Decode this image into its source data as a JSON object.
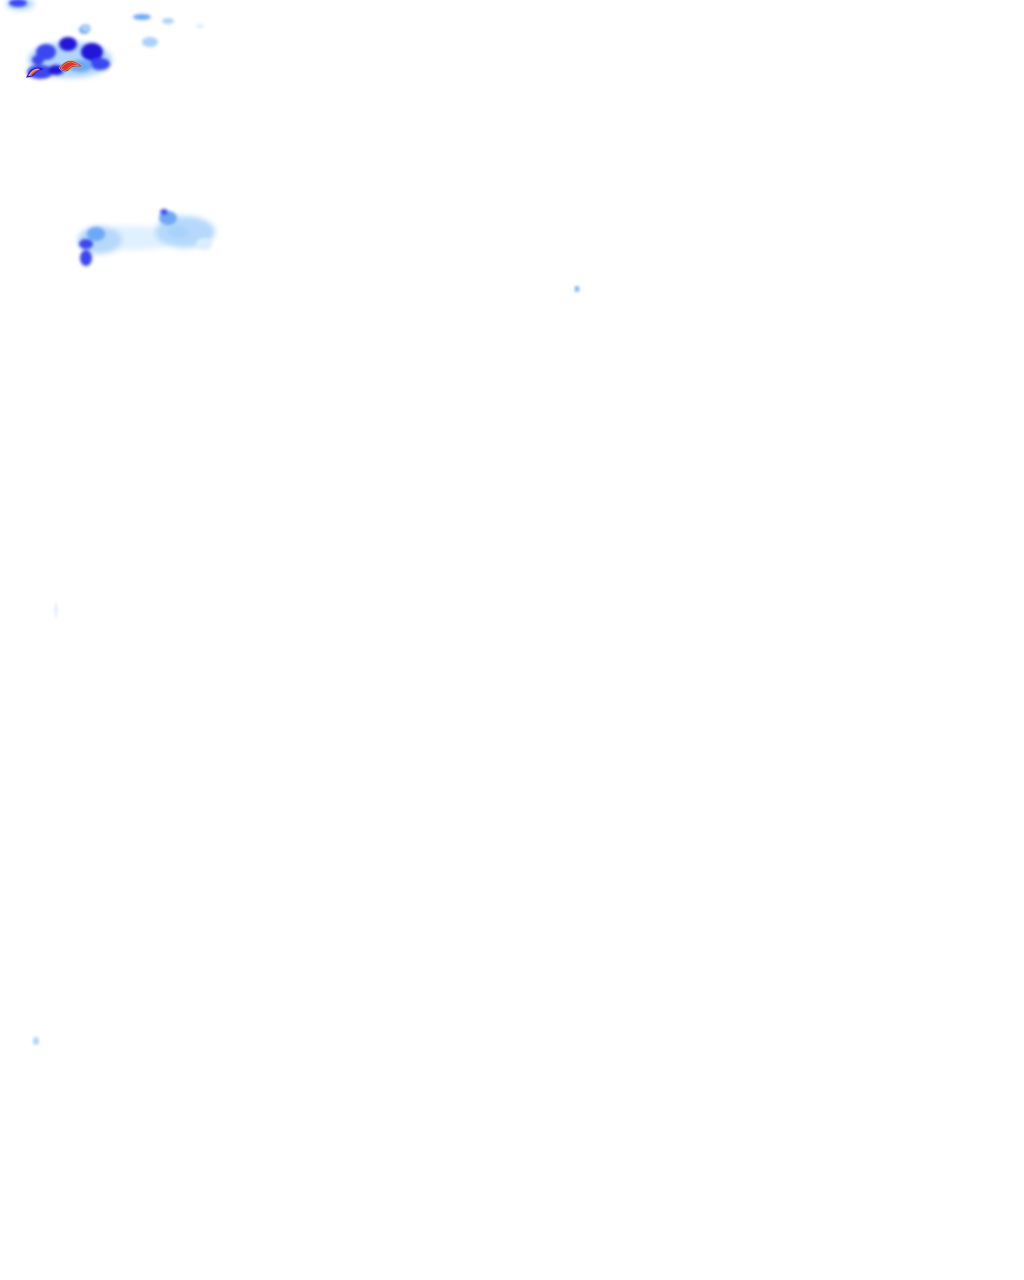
{
  "map": {
    "type": "precipitation-radar-overlay",
    "background": "#ffffff",
    "legend_palette": {
      "very_light": "#dbeeff",
      "light": "#a9d2fb",
      "moderate": "#6ea8f5",
      "heavy": "#3a46f0",
      "very_heavy": "#2018d8",
      "intense_core": "#e8302a",
      "intense_rim": "#f5b13a"
    },
    "echoes": [
      {
        "name": "cell-cluster-northwest",
        "intensity": "very_heavy"
      },
      {
        "name": "cell-core-left",
        "intensity": "intense"
      },
      {
        "name": "cell-core-right",
        "intensity": "intense"
      },
      {
        "name": "cell-cluster-upper-fragments",
        "intensity": "light"
      },
      {
        "name": "band-central-west",
        "intensity": "moderate"
      },
      {
        "name": "speck-center",
        "intensity": "very_light"
      },
      {
        "name": "speck-west",
        "intensity": "very_light"
      },
      {
        "name": "speck-southwest",
        "intensity": "very_light"
      }
    ]
  }
}
